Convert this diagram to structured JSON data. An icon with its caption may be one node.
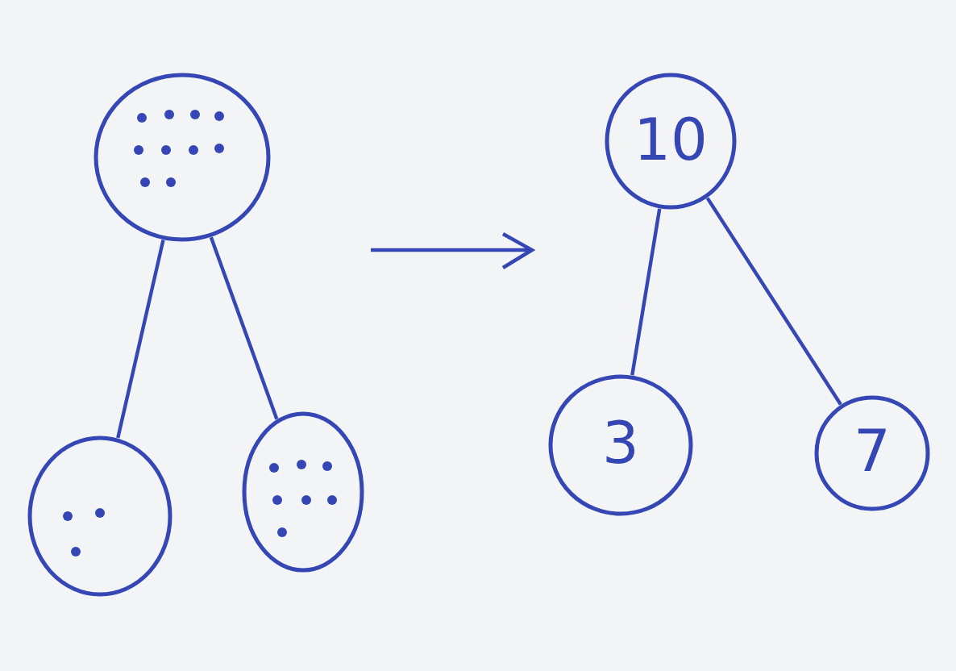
{
  "diagram": {
    "nodes": [
      {
        "text": [],
        "shape": "circle"
      },
      {
        "text": [],
        "shape": "circle"
      },
      {
        "text": [],
        "shape": "circle"
      },
      {
        "text": [
          "10"
        ]
      },
      {
        "text": [
          "3"
        ]
      },
      {
        "text": [
          "7"
        ]
      }
    ],
    "edges": [
      {
        "from": 0,
        "to": 1,
        "arrow": "none"
      },
      {
        "from": 0,
        "to": 2,
        "arrow": "none"
      },
      {
        "from": 3,
        "to": 4,
        "arrow": "none"
      },
      {
        "from": 3,
        "to": 5,
        "arrow": "none"
      }
    ]
  }
}
